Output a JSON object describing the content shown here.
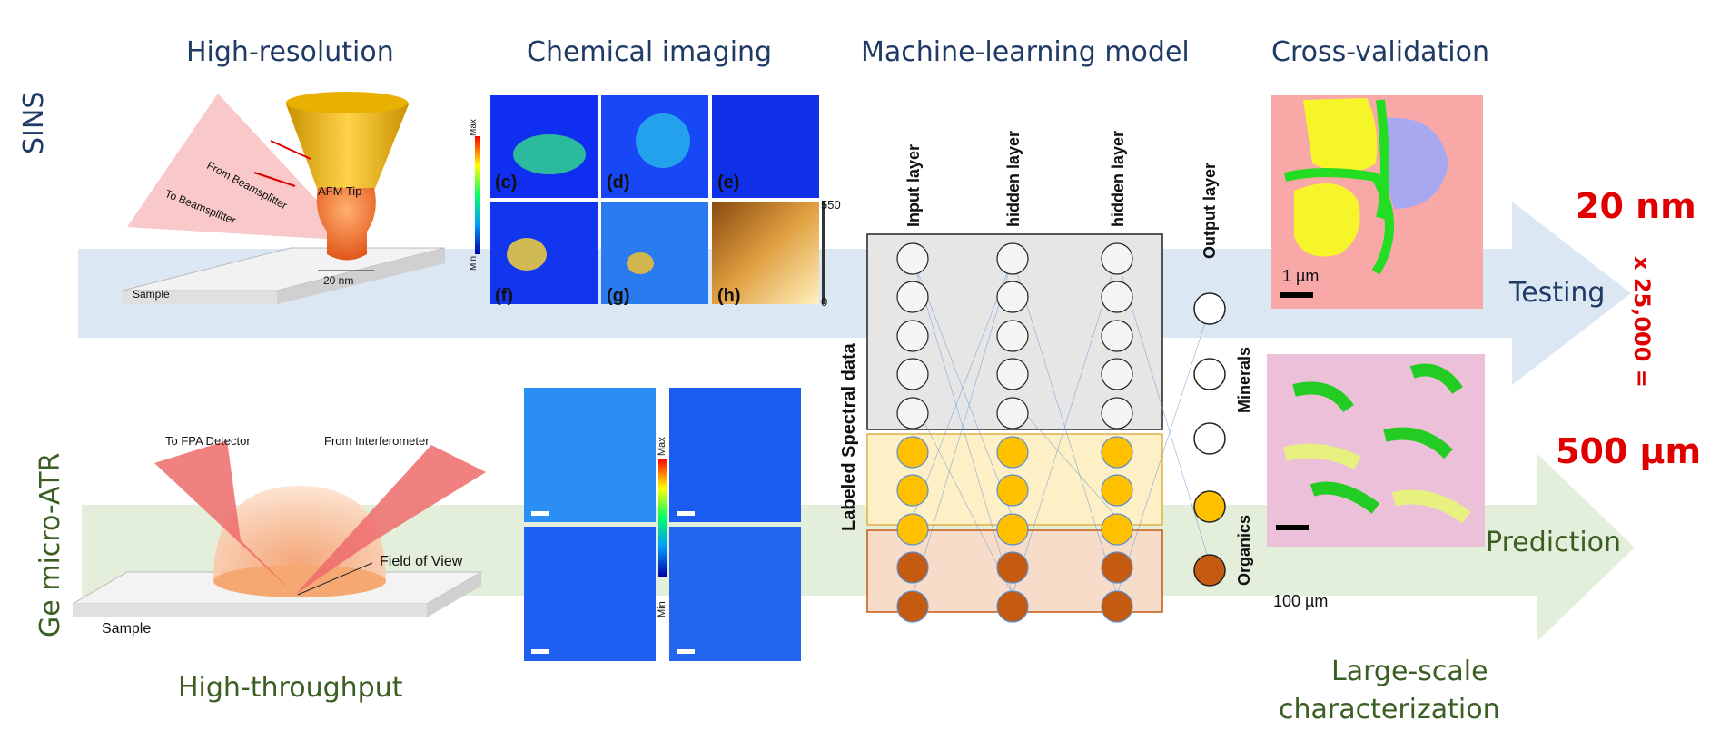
{
  "headers": {
    "high_resolution": "High-resolution",
    "chemical_imaging": "Chemical imaging",
    "ml_model": "Machine-learning model",
    "cross_validation": "Cross-validation",
    "high_throughput": "High-throughput",
    "large_scale": "Large-scale",
    "characterization": "characterization"
  },
  "rows": {
    "sins": "SINS",
    "ge_atr": "Ge micro-ATR"
  },
  "sins_setup": {
    "from_beamsplitter": "From Beamsplitter",
    "to_beamsplitter": "To Beamsplitter",
    "afm_tip": "AFM Tip",
    "scale": "20 nm",
    "sample": "Sample"
  },
  "atr_setup": {
    "to_detector": "To FPA Detector",
    "from_interferometer": "From Interferometer",
    "field_of_view": "Field of View",
    "sample": "Sample"
  },
  "chem_panels": {
    "labels": [
      "(c)",
      "(d)",
      "(e)",
      "(f)",
      "(g)",
      "(h)"
    ],
    "colorbar_max": "Max",
    "colorbar_min": "Min",
    "topo_max": "550",
    "topo_min": "0"
  },
  "network": {
    "layers": [
      "Input layer",
      "hidden layer",
      "hidden layer",
      "Output layer"
    ],
    "labeled": "Labeled Spectral data",
    "minerals": "Minerals",
    "organics": "Organics"
  },
  "validation": {
    "scale_top": "1 µm",
    "scale_bottom": "100 µm"
  },
  "arrows": {
    "testing": "Testing",
    "prediction": "Prediction"
  },
  "resolution": {
    "small": "20 nm",
    "large": "500 µm",
    "ratio": "x 25,000 ="
  },
  "colors": {
    "title_blue": "#1f3a64",
    "title_green": "#3b5e23",
    "accent_red": "#e00000",
    "arrow_blue": "#dce7f4",
    "arrow_green": "#e3eedb",
    "organic_orange": "#ffc000",
    "organic_brown": "#c55a11"
  }
}
